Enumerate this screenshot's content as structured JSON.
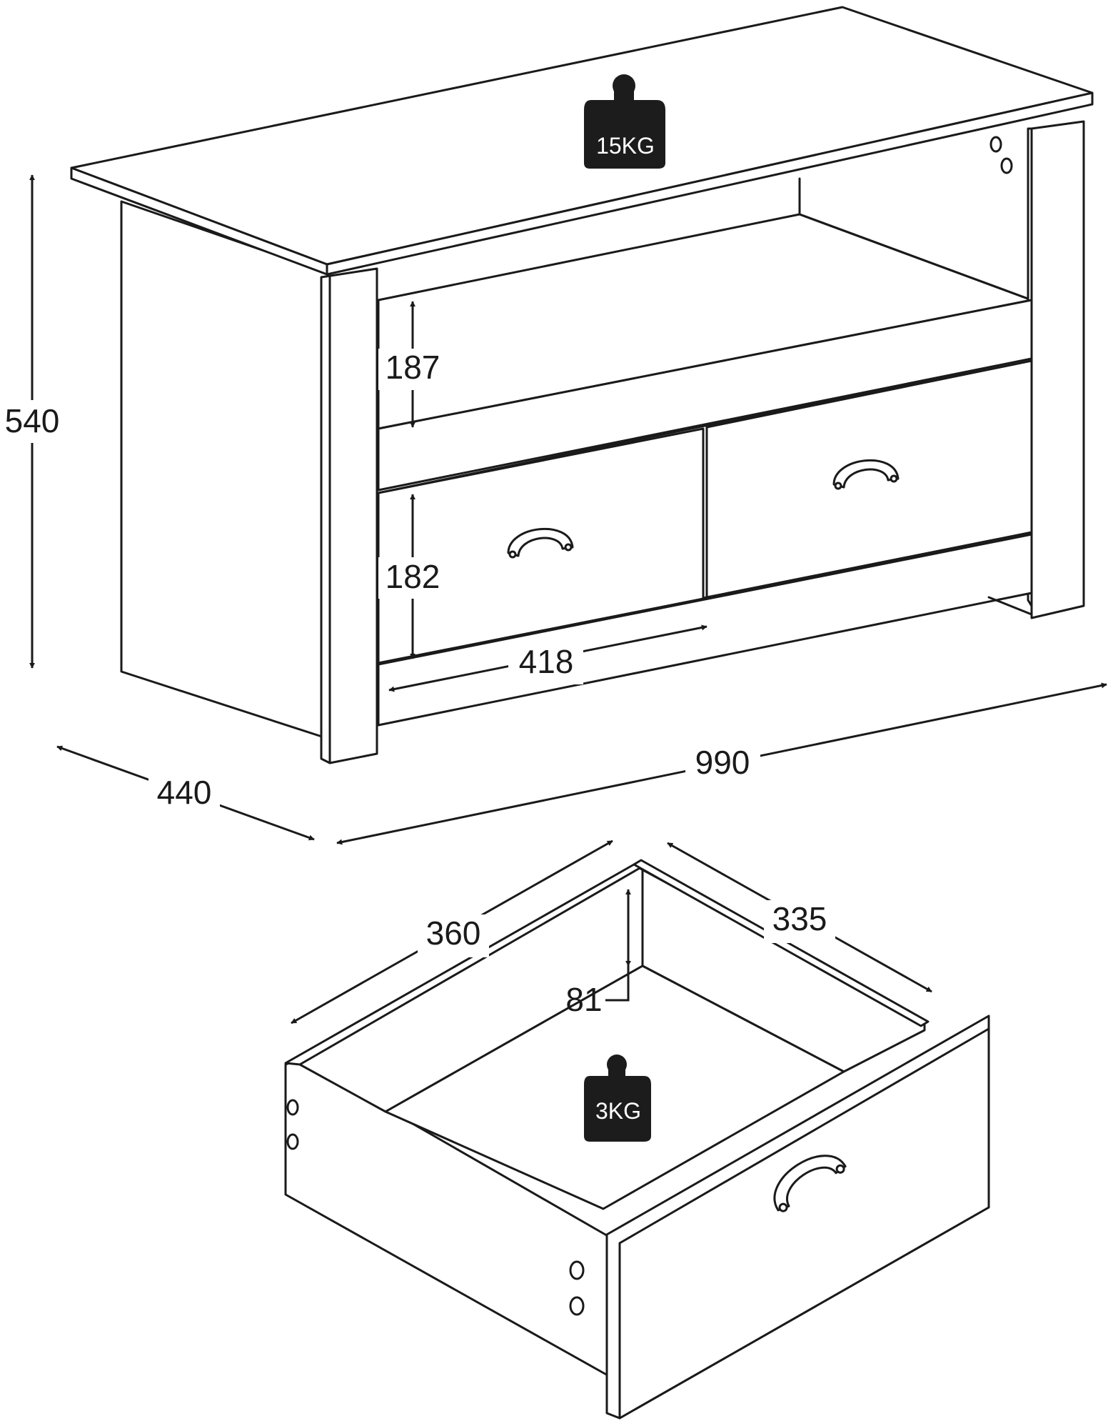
{
  "dimensions": {
    "height": "540",
    "depth": "440",
    "width": "990",
    "shelf_height": "187",
    "drawer_front_height": "182",
    "drawer_front_width": "418",
    "drawer_length": "360",
    "drawer_width": "335",
    "drawer_inner_height": "81"
  },
  "weights": {
    "top_load": "15KG",
    "drawer_load": "3KG"
  }
}
